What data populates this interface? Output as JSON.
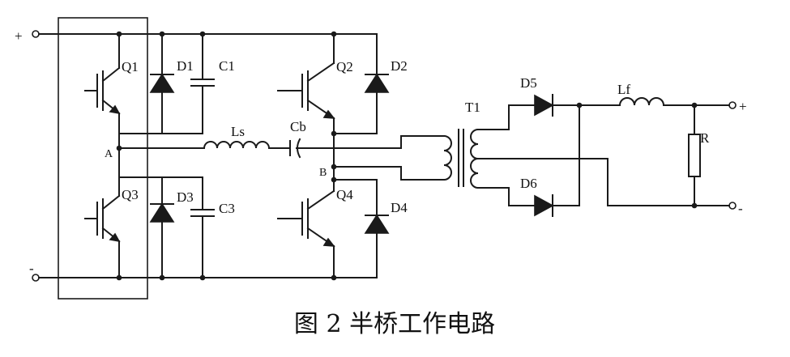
{
  "terminals": {
    "dc_plus": "+",
    "dc_minus": "-",
    "out_plus": "+",
    "out_minus": "-"
  },
  "nodes": {
    "a": "A",
    "b": "B"
  },
  "components": {
    "q1": "Q1",
    "q2": "Q2",
    "q3": "Q3",
    "q4": "Q4",
    "d1": "D1",
    "d2": "D2",
    "d3": "D3",
    "d4": "D4",
    "d5": "D5",
    "d6": "D6",
    "c1": "C1",
    "c3": "C3",
    "ls": "Ls",
    "cb": "Cb",
    "t1": "T1",
    "lf": "Lf",
    "r": "R"
  },
  "caption": "图 2  半桥工作电路"
}
